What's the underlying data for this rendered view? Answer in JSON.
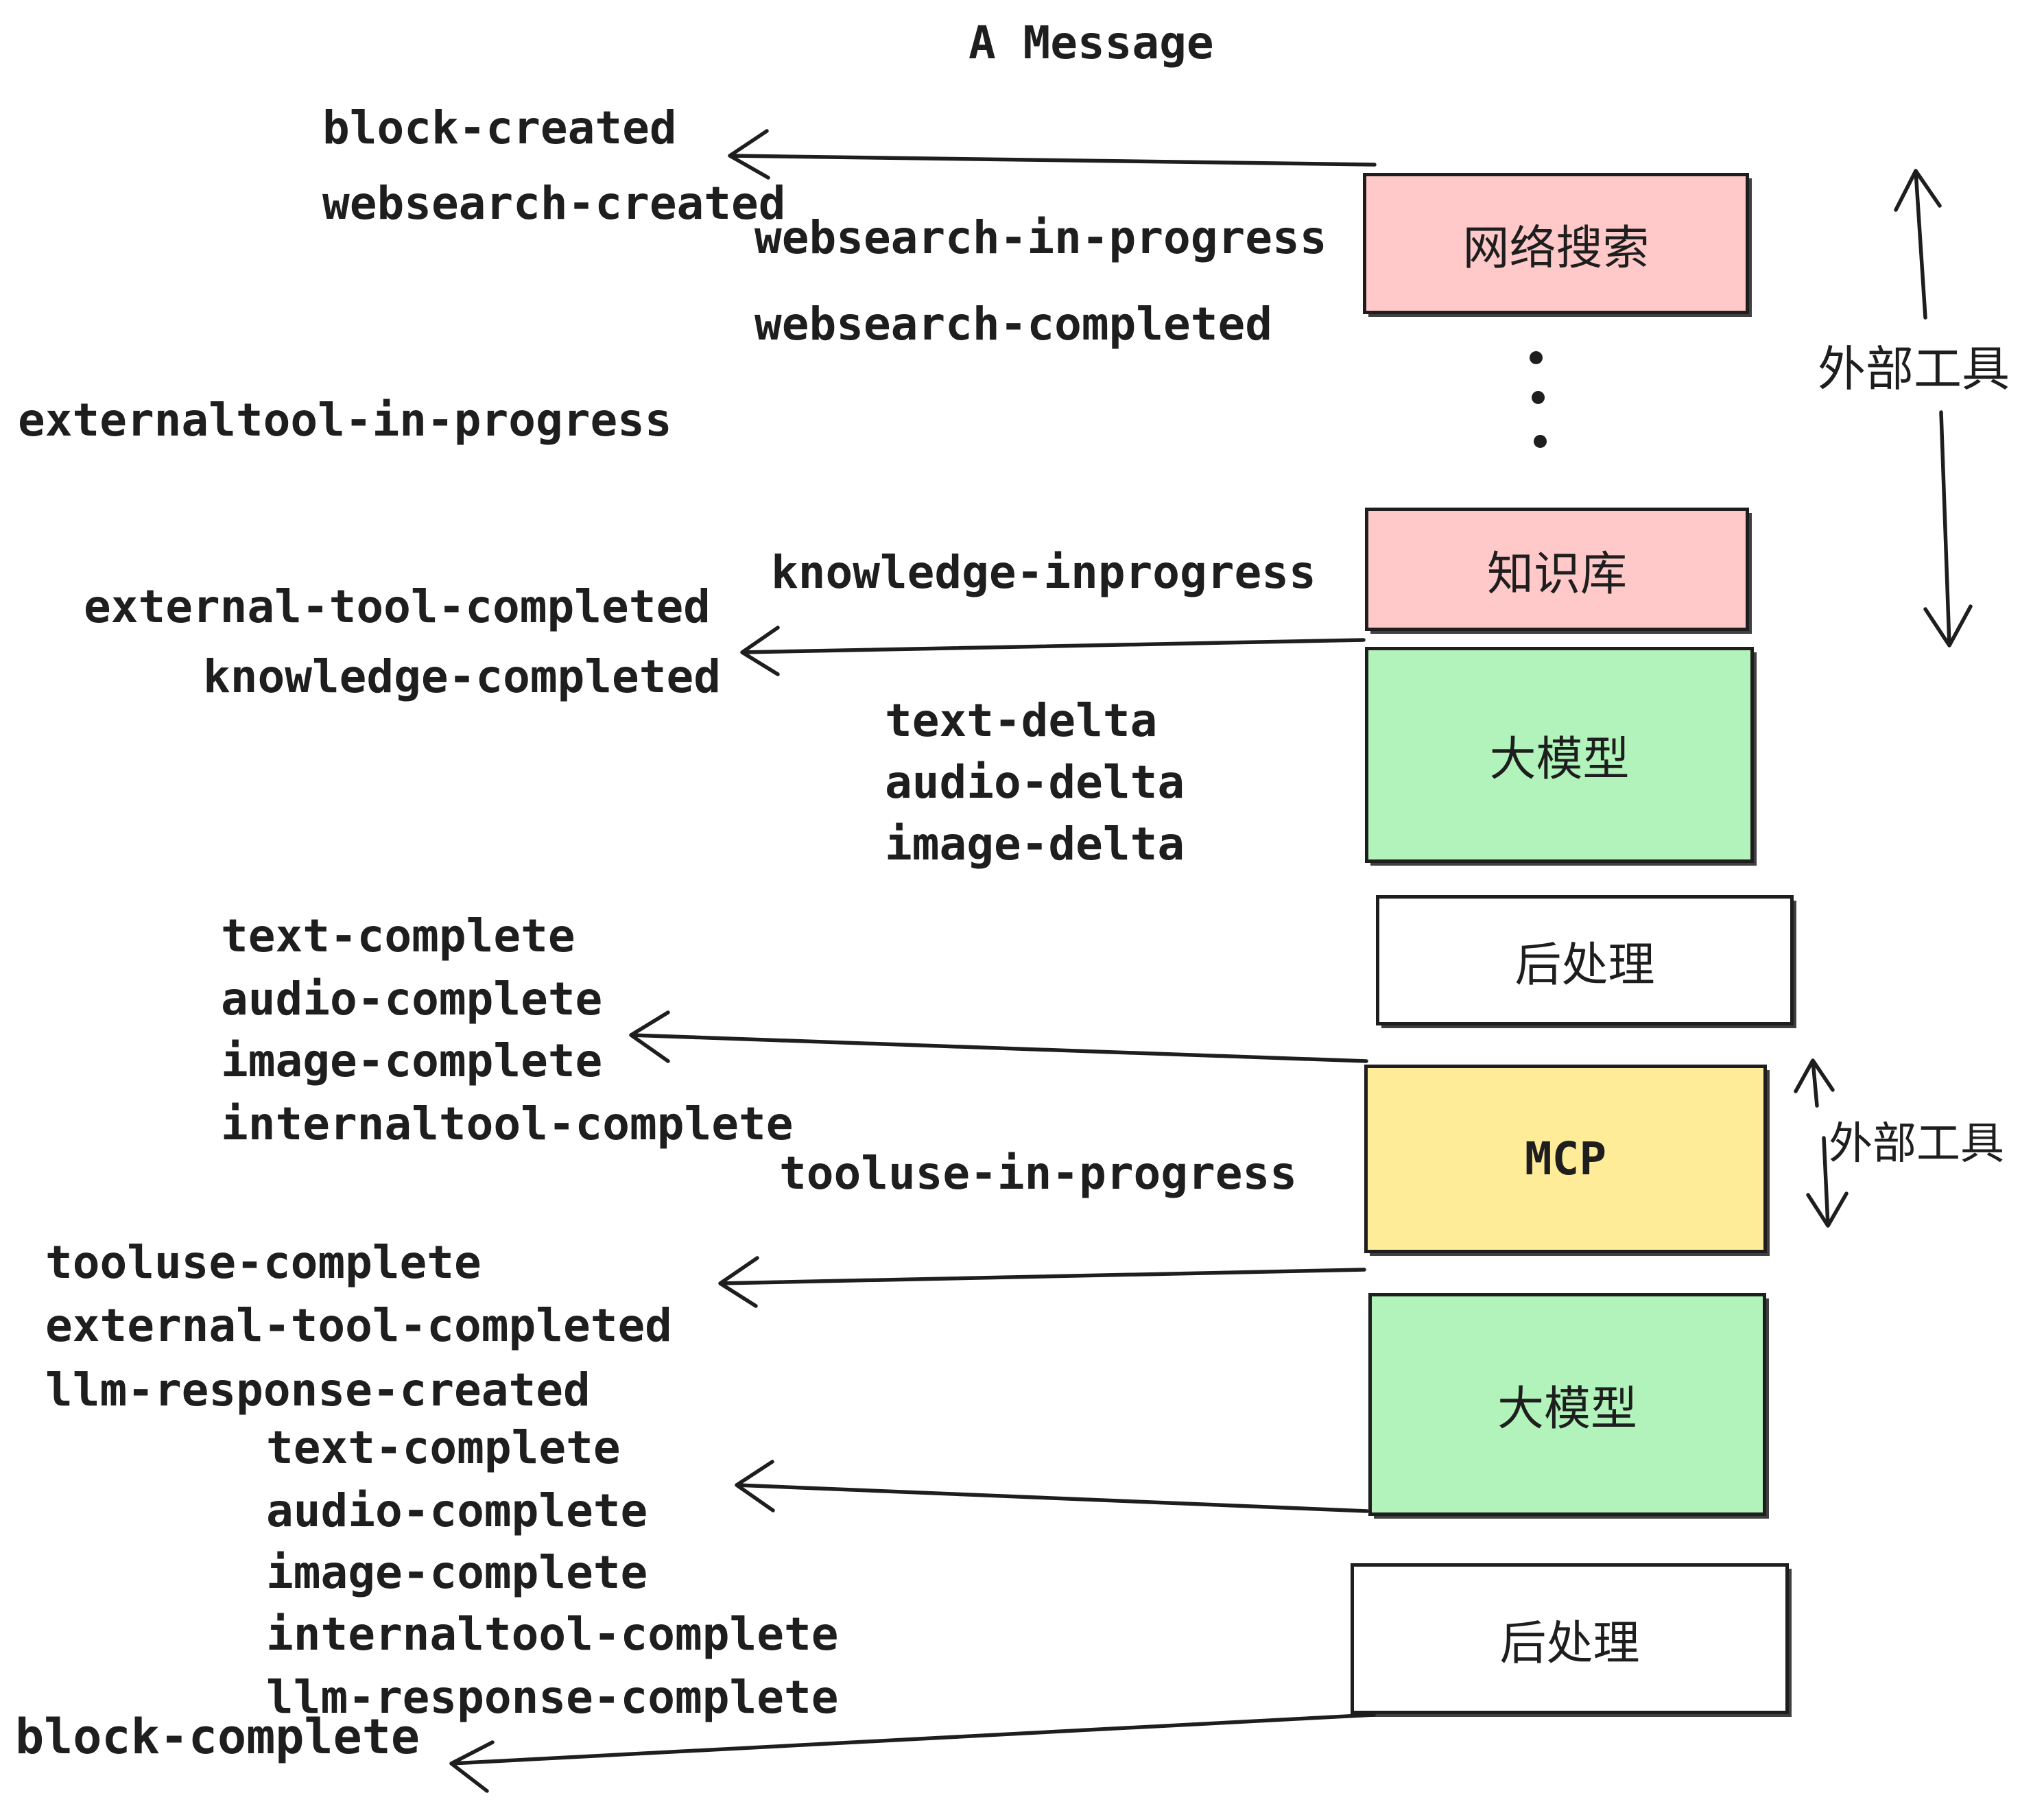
{
  "title": "A Message",
  "colors": {
    "ink": "#1e1e1e",
    "pink": "#ffc9c9",
    "green": "#b2f2bb",
    "yellow": "#ffec99",
    "white": "#ffffff"
  },
  "boxes": [
    {
      "id": "websearch",
      "label": "网络搜索",
      "color": "pink"
    },
    {
      "id": "knowledge",
      "label": "知识库",
      "color": "pink"
    },
    {
      "id": "llm-1",
      "label": "大模型",
      "color": "green"
    },
    {
      "id": "post-1",
      "label": "后处理",
      "color": "white"
    },
    {
      "id": "mcp",
      "label": "MCP",
      "color": "yellow"
    },
    {
      "id": "llm-2",
      "label": "大模型",
      "color": "green"
    },
    {
      "id": "post-2",
      "label": "后处理",
      "color": "white"
    }
  ],
  "side_labels": [
    {
      "label": "外部工具"
    },
    {
      "label": "外部工具"
    }
  ],
  "events": [
    {
      "text": "block-created"
    },
    {
      "text": "websearch-created"
    },
    {
      "text": "websearch-in-progress"
    },
    {
      "text": "websearch-completed"
    },
    {
      "text": "externaltool-in-progress"
    },
    {
      "text": "knowledge-inprogress"
    },
    {
      "text": "external-tool-completed"
    },
    {
      "text": "knowledge-completed"
    },
    {
      "text": "text-delta"
    },
    {
      "text": "audio-delta"
    },
    {
      "text": "image-delta"
    },
    {
      "text": "text-complete"
    },
    {
      "text": "audio-complete"
    },
    {
      "text": "image-complete"
    },
    {
      "text": "internaltool-complete"
    },
    {
      "text": "tooluse-in-progress"
    },
    {
      "text": "tooluse-complete"
    },
    {
      "text": "external-tool-completed"
    },
    {
      "text": "llm-response-created"
    },
    {
      "text": "text-complete"
    },
    {
      "text": "audio-complete"
    },
    {
      "text": "image-complete"
    },
    {
      "text": "internaltool-complete"
    },
    {
      "text": "llm-response-complete"
    },
    {
      "text": "block-complete"
    }
  ]
}
